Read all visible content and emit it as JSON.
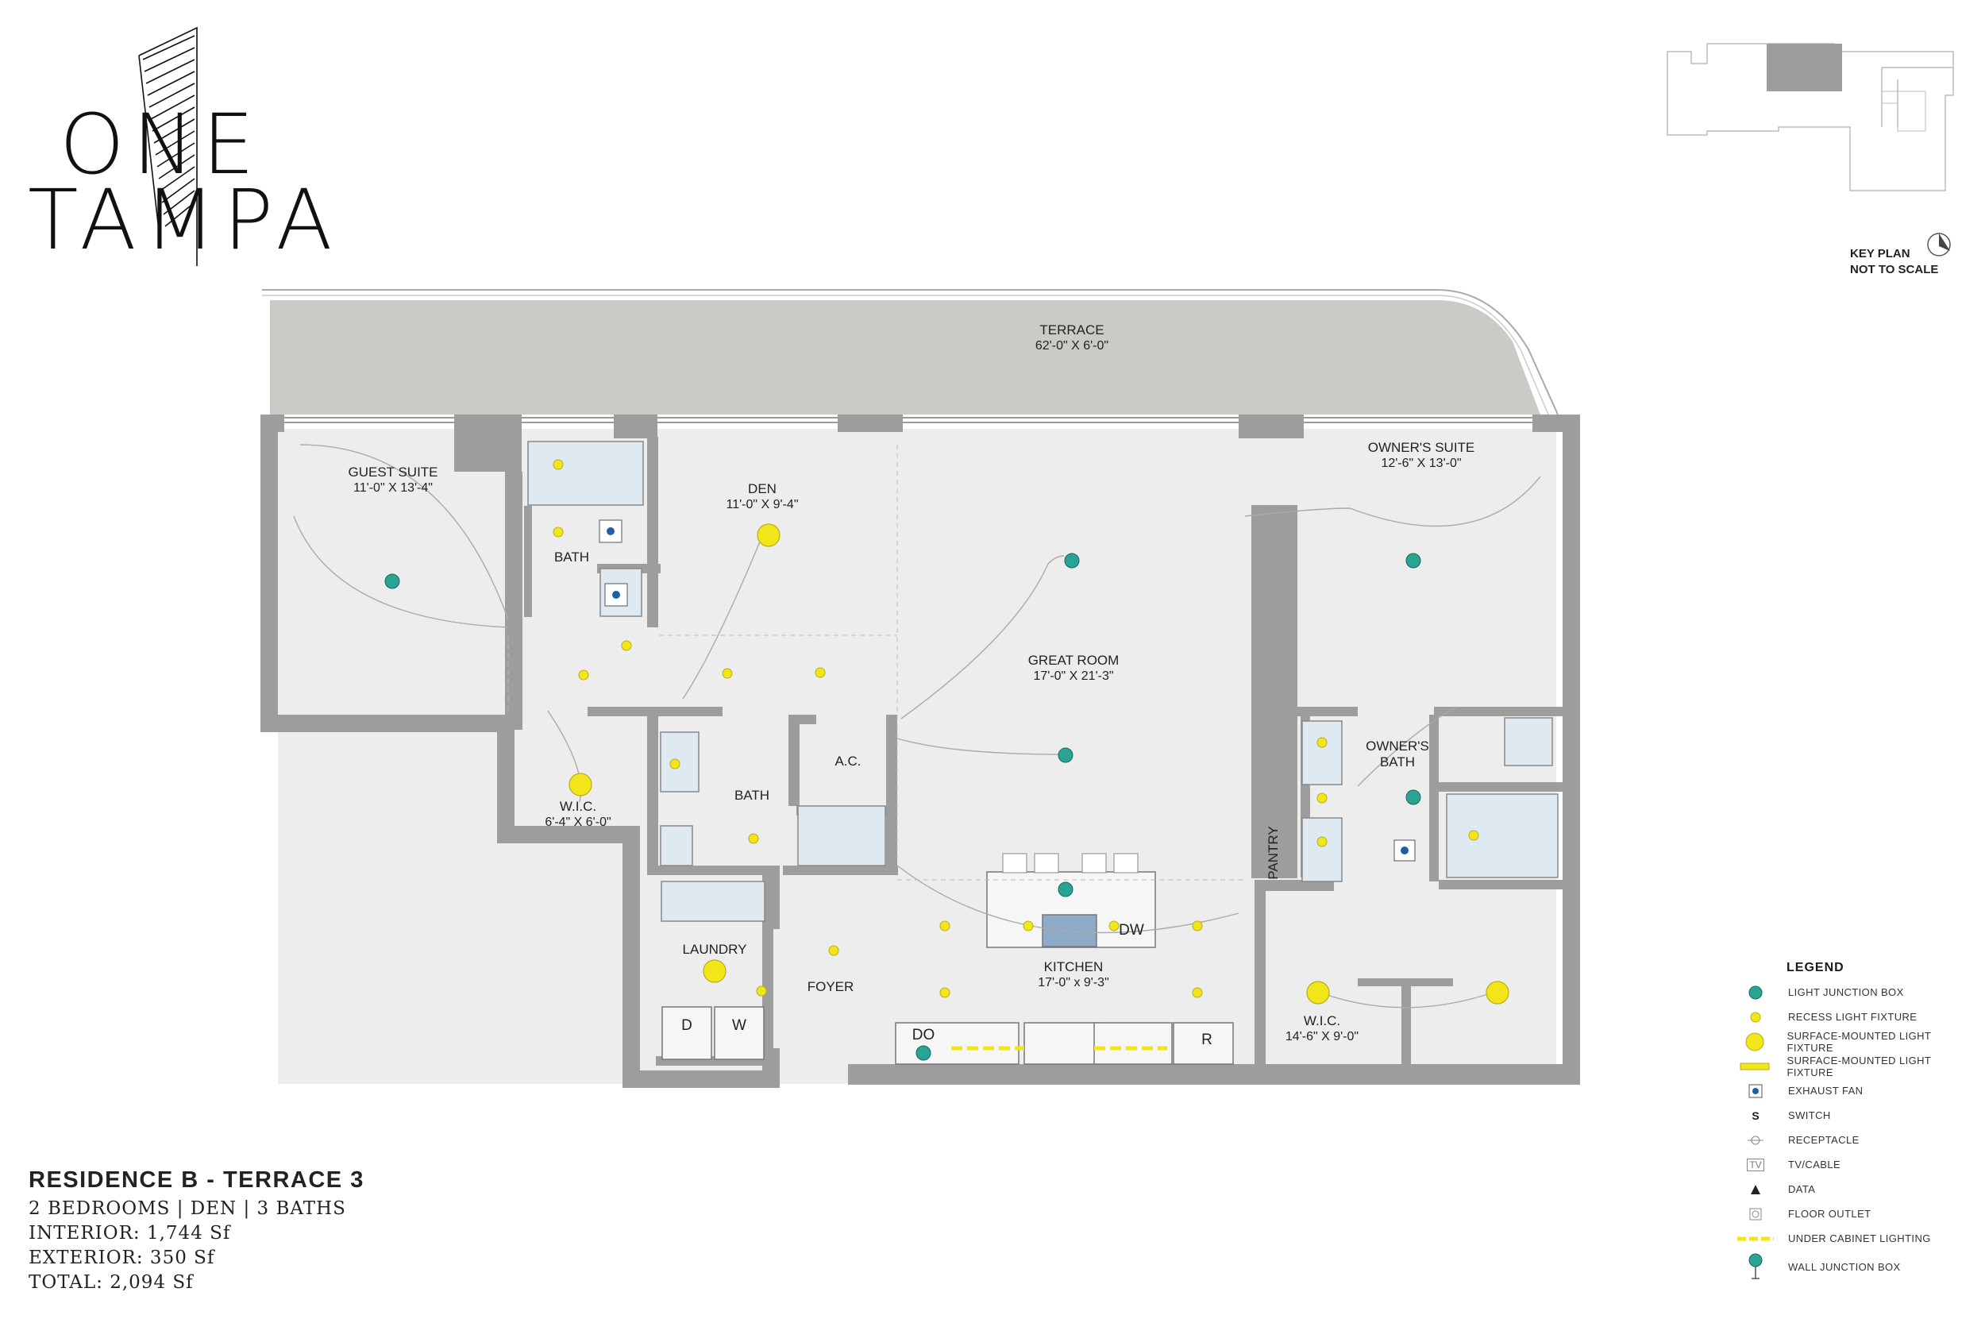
{
  "brand": {
    "line1": "ONE",
    "line2": "TAMPA"
  },
  "key_plan": {
    "title": "KEY PLAN",
    "subtitle": "NOT TO SCALE"
  },
  "residence": {
    "title": "RESIDENCE B - TERRACE 3",
    "rooms": "2 BEDROOMS | DEN | 3 BATHS",
    "interior": "INTERIOR: 1,744 Sf",
    "exterior": "EXTERIOR: 350 Sf",
    "total": "TOTAL: 2,094 Sf"
  },
  "rooms": {
    "terrace": {
      "name": "TERRACE",
      "dim": "62'-0\" X 6'-0\""
    },
    "guest_suite": {
      "name": "GUEST SUITE",
      "dim": "11'-0\" X 13'-4\""
    },
    "bath_guest": {
      "name": "BATH"
    },
    "den": {
      "name": "DEN",
      "dim": "11'-0\" X 9'-4\""
    },
    "great_room": {
      "name": "GREAT ROOM",
      "dim": "17'-0\" X 21'-3\""
    },
    "owners_suite": {
      "name": "OWNER'S SUITE",
      "dim": "12'-6\" X 13'-0\""
    },
    "owners_bath": {
      "name_line1": "OWNER'S",
      "name_line2": "BATH"
    },
    "wic_guest": {
      "name": "W.I.C.",
      "dim": "6'-4\" X 6'-0\""
    },
    "bath_hall": {
      "name": "BATH"
    },
    "ac": {
      "name": "A.C."
    },
    "pantry": {
      "name": "PANTRY"
    },
    "laundry": {
      "name": "LAUNDRY"
    },
    "foyer": {
      "name": "FOYER"
    },
    "kitchen": {
      "name": "KITCHEN",
      "dim": "17'-0\" x 9'-3\""
    },
    "wic_owner": {
      "name": "W.I.C.",
      "dim": "14'-6\" X 9'-0\""
    }
  },
  "appliances": {
    "dryer": "D",
    "washer": "W",
    "double_oven": "DO",
    "dishwasher": "DW",
    "refrigerator": "R"
  },
  "legend": {
    "title": "LEGEND",
    "items": [
      {
        "icon": "light-junction-box-icon",
        "label": "LIGHT JUNCTION BOX"
      },
      {
        "icon": "recess-light-icon",
        "label": "RECESS LIGHT FIXTURE"
      },
      {
        "icon": "surface-light-icon",
        "label": "SURFACE-MOUNTED LIGHT FIXTURE"
      },
      {
        "icon": "surface-light-bar-icon",
        "label": "SURFACE-MOUNTED LIGHT FIXTURE"
      },
      {
        "icon": "exhaust-fan-icon",
        "label": "EXHAUST FAN"
      },
      {
        "icon": "switch-icon",
        "label": "SWITCH"
      },
      {
        "icon": "receptacle-icon",
        "label": "RECEPTACLE"
      },
      {
        "icon": "tv-cable-icon",
        "label": "TV/CABLE"
      },
      {
        "icon": "data-icon",
        "label": "DATA"
      },
      {
        "icon": "floor-outlet-icon",
        "label": "FLOOR OUTLET"
      },
      {
        "icon": "under-cabinet-lighting-icon",
        "label": "UNDER CABINET LIGHTING"
      },
      {
        "icon": "wall-junction-box-icon",
        "label": "WALL JUNCTION BOX"
      }
    ],
    "symbols": {
      "switch": "S",
      "tv": "TV"
    }
  },
  "colors": {
    "wall": "#9d9d9d",
    "terrace": "#c9cbc6",
    "recess_light": "#f2e61a",
    "junction_box": "#2aa394",
    "fan_blue": "#1f5fa8"
  }
}
